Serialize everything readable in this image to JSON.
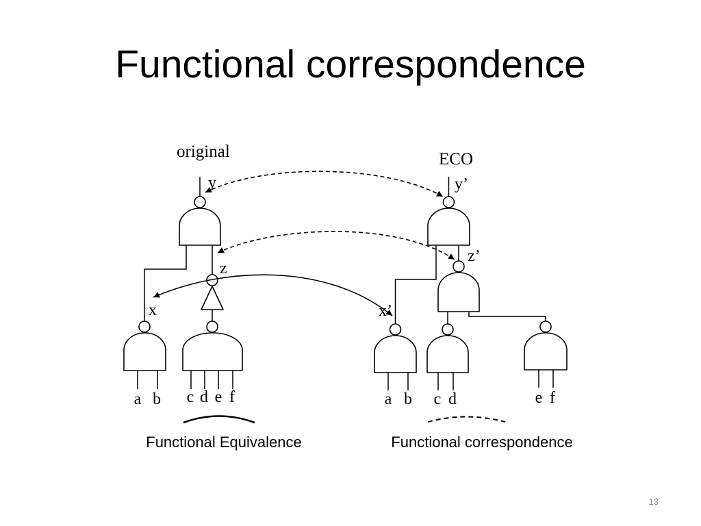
{
  "slide": {
    "title": "Functional correspondence",
    "page_number": "13"
  },
  "diagram": {
    "original": {
      "heading": "original",
      "signals": {
        "y": "y",
        "z": "z",
        "x": "x"
      },
      "inputs": [
        "a",
        "b",
        "c",
        "d",
        "e",
        "f"
      ]
    },
    "eco": {
      "heading": "ECO",
      "signals": {
        "y": "y’",
        "z": "z’",
        "x": "x’"
      },
      "inputs": [
        "a",
        "b",
        "c",
        "d",
        "e",
        "f"
      ]
    }
  },
  "captions": {
    "left": "Functional Equivalence",
    "right": "Functional correspondence"
  },
  "colors": {
    "background": "#ffffff",
    "foreground": "#000000",
    "page_number": "#8c8c8c"
  }
}
